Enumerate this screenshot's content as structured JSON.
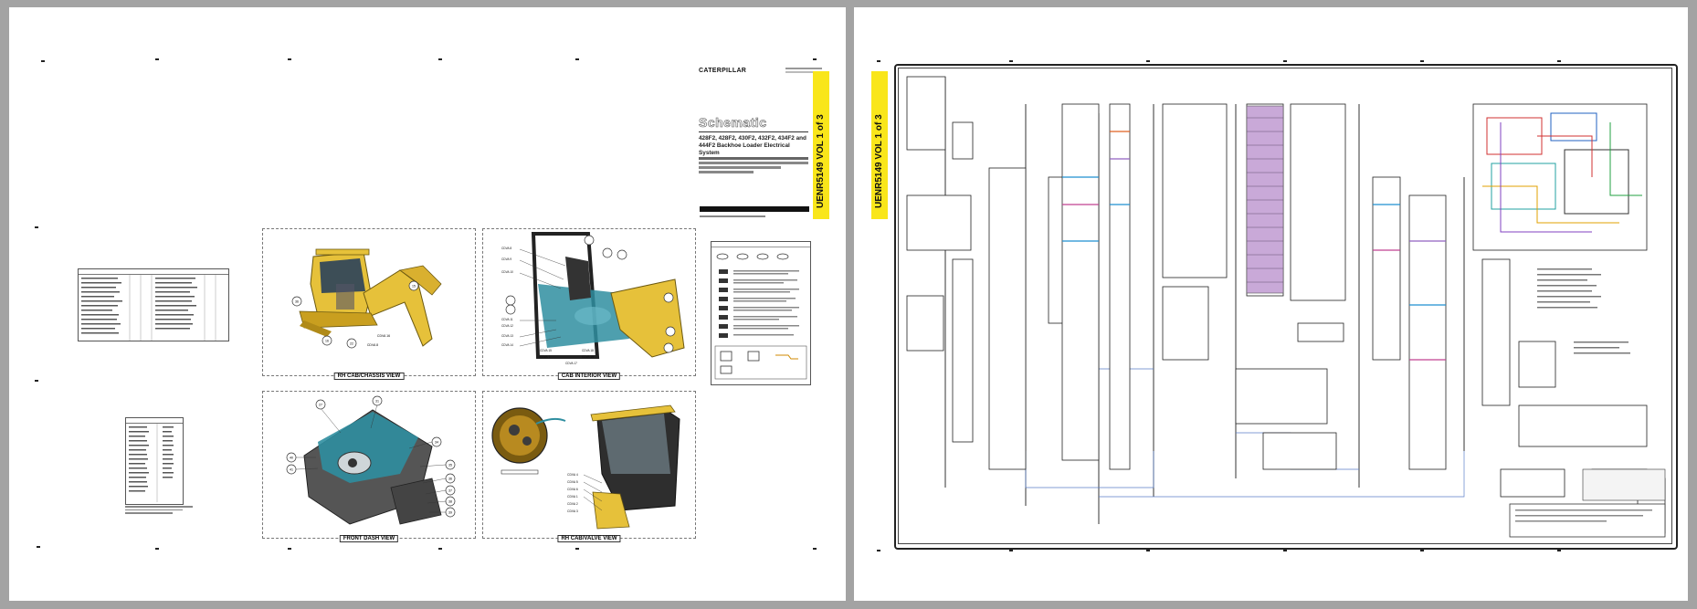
{
  "left_page": {
    "logo": "CATERPILLAR",
    "schematic_title": "Schematic",
    "models": "428F2, 428F2, 430F2, 432F2, 434F2 and 444F2 Backhoe Loader Electrical System",
    "document_number": "UENR5149 VOL 1 of 3",
    "views": {
      "rh_cab_chassis": "RH CAB/CHASSIS VIEW",
      "cab_interior": "CAB INTERIOR VIEW",
      "front_dash": "FRONT DASH VIEW",
      "rh_cab_valve": "RH CAB/VALVE VIEW"
    },
    "callouts": {
      "rh_cab_chassis": [
        "36",
        "15",
        "16",
        "CDVA 16",
        "CDVA 8",
        "22"
      ],
      "cab_interior": [
        "CDVA 8",
        "CDVA 9",
        "CDVA 10",
        "CDVA 11",
        "CDVA 12",
        "CDVA 13",
        "CDVA 14",
        "CDVA 15",
        "CDVA 7",
        "CDVA 17",
        "CDVA 18",
        "CDVA 19"
      ],
      "front_dash": [
        "27",
        "31",
        "34",
        "35",
        "36",
        "37",
        "38",
        "39",
        "40",
        "41"
      ],
      "rh_cab_valve": [
        "CDVA 4",
        "CDVA 5",
        "CDVA 6",
        "CDVA 1",
        "CDVA 2",
        "CDVA 3"
      ]
    }
  },
  "right_page": {
    "document_number": "UENR5149 VOL 1 of 3"
  },
  "colors": {
    "background": "#a3a3a3",
    "yellow_tab": "#f9e61a",
    "cab_yellow": "#e6c13a",
    "interior_teal": "#2f8ea0",
    "harness_purple": "#c9a9d8"
  }
}
